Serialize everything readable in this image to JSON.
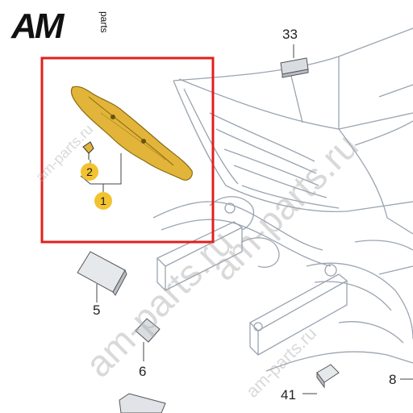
{
  "logo": {
    "main": "AM",
    "sub": "parts"
  },
  "callouts": {
    "c1": "1",
    "c2": "2",
    "c5": "5",
    "c6": "6",
    "c8": "8",
    "c33": "33",
    "c41": "41"
  },
  "watermarks": [
    "am-parts.ru",
    "am-parts.ru",
    "am-parts.ru",
    "am-parts.ru"
  ],
  "colors": {
    "highlight_box": "#e0201c",
    "part_fill": "#e2b53a",
    "callout_fill": "#f2c230",
    "line_art": "#9aa4b0"
  }
}
